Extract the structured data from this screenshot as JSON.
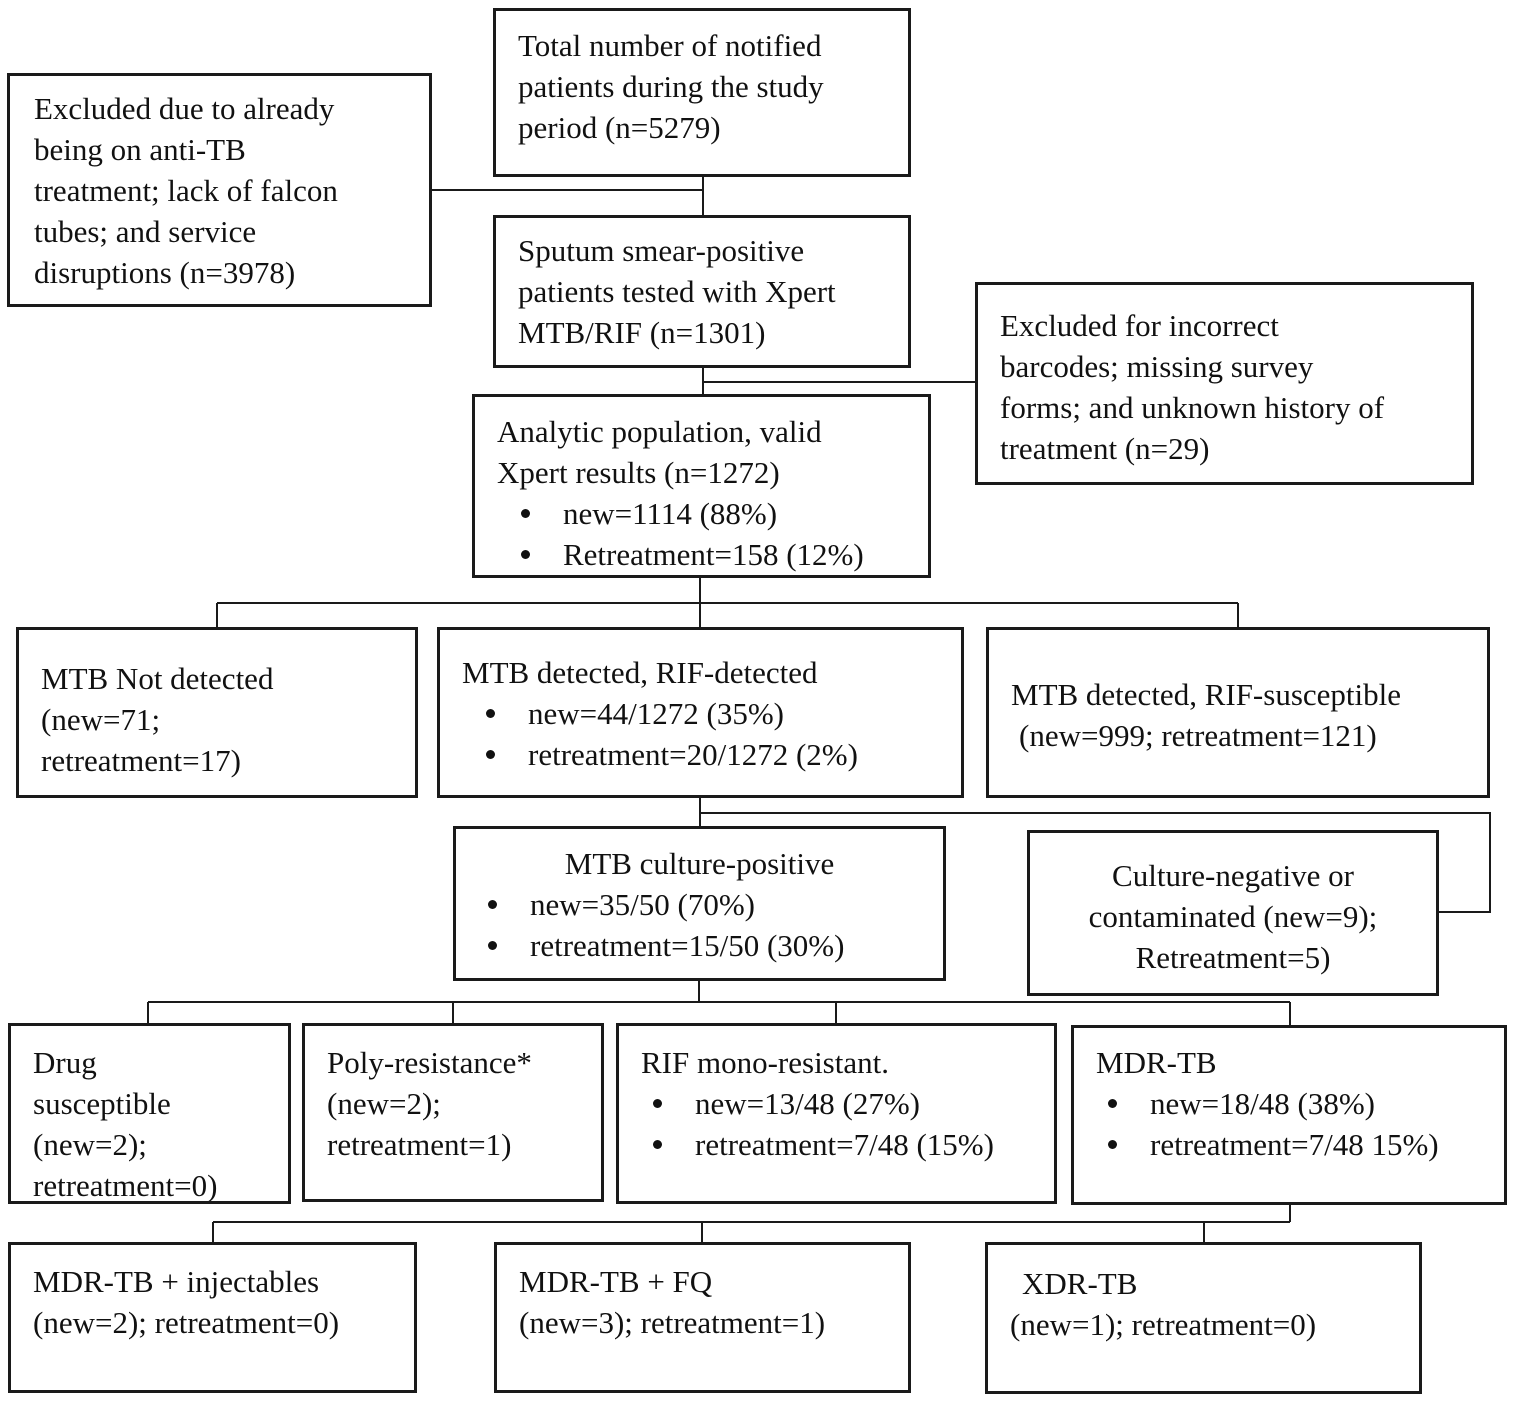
{
  "boxes": {
    "total": {
      "lines": [
        "Total number of notified",
        "patients during the study",
        "period (n=5279)"
      ]
    },
    "excluded1": {
      "lines": [
        "Excluded due to already",
        "being on anti-TB",
        "treatment; lack of falcon",
        "tubes; and service",
        "disruptions (n=3978)"
      ]
    },
    "sputum": {
      "lines": [
        "Sputum smear-positive",
        "patients tested with Xpert",
        "MTB/RIF (n=1301)"
      ]
    },
    "excluded2": {
      "lines": [
        "Excluded for incorrect",
        "barcodes; missing survey",
        "forms; and unknown history of",
        "treatment (n=29)"
      ]
    },
    "analytic": {
      "lines": [
        "Analytic population, valid",
        "Xpert results (n=1272)"
      ],
      "bullets": [
        "new=1114 (88%)",
        "Retreatment=158 (12%)"
      ]
    },
    "not_detected": {
      "lines": [
        "MTB Not detected",
        "(new=71;",
        "retreatment=17)"
      ]
    },
    "rif_detected": {
      "lines": [
        "MTB detected, RIF-detected"
      ],
      "bullets": [
        "new=44/1272 (35%)",
        "retreatment=20/1272 (2%)"
      ]
    },
    "rif_susceptible": {
      "lines": [
        "MTB detected, RIF-susceptible",
        "(new=999; retreatment=121)"
      ]
    },
    "culture_pos": {
      "lines": [
        "MTB culture-positive"
      ],
      "bullets": [
        "new=35/50 (70%)",
        "retreatment=15/50 (30%)"
      ]
    },
    "culture_neg": {
      "lines": [
        "Culture-negative or",
        "contaminated (new=9);",
        "Retreatment=5)"
      ]
    },
    "drug_susceptible": {
      "lines": [
        "Drug",
        "susceptible",
        "(new=2);",
        "retreatment=0)"
      ]
    },
    "poly": {
      "lines": [
        "Poly-resistance*",
        "(new=2);",
        "retreatment=1)"
      ]
    },
    "rif_mono": {
      "lines": [
        "RIF mono-resistant."
      ],
      "bullets": [
        "new=13/48 (27%)",
        "retreatment=7/48 (15%)"
      ]
    },
    "mdr": {
      "lines": [
        "MDR-TB"
      ],
      "bullets": [
        "new=18/48 (38%)",
        "retreatment=7/48 15%)"
      ]
    },
    "mdr_inj": {
      "lines": [
        "MDR-TB + injectables",
        "(new=2); retreatment=0)"
      ]
    },
    "mdr_fq": {
      "lines": [
        "MDR-TB + FQ",
        "(new=3); retreatment=1)"
      ]
    },
    "xdr": {
      "lines": [
        "XDR-TB",
        "(new=1); retreatment=0)"
      ]
    }
  }
}
